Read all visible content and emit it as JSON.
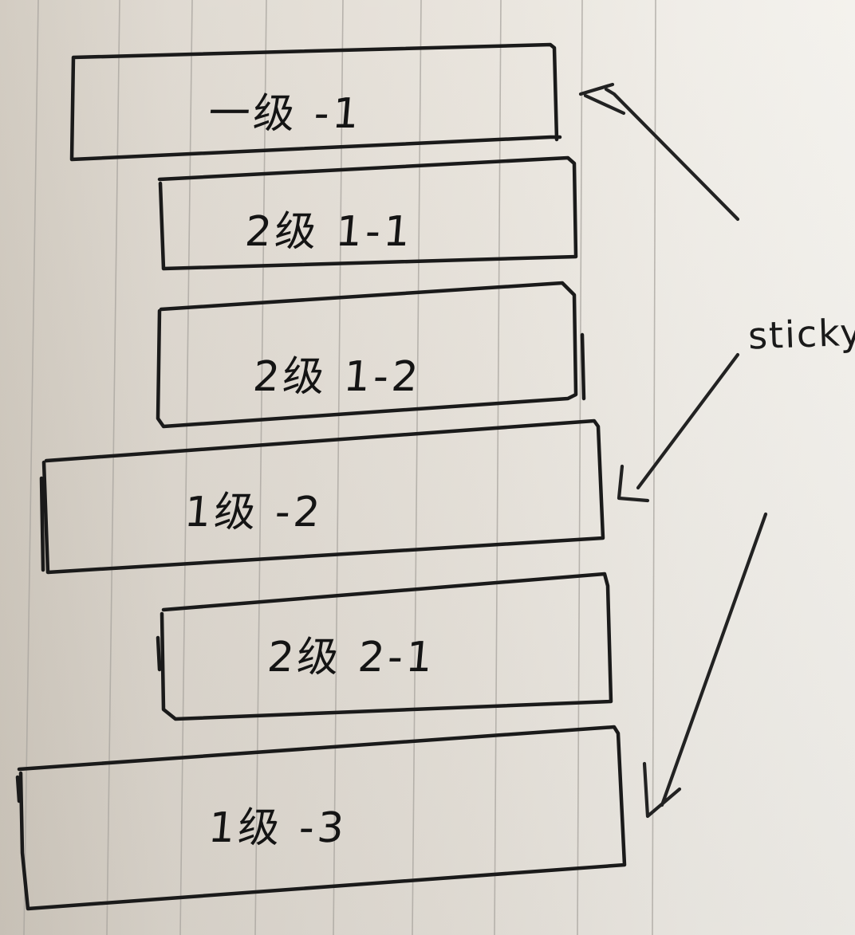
{
  "boxes": [
    {
      "label": "一级 -1"
    },
    {
      "label": "2级 1-1"
    },
    {
      "label": "2级 1-2"
    },
    {
      "label": "1级 -2"
    },
    {
      "label": "2级 2-1"
    },
    {
      "label": "1级 -3"
    }
  ],
  "annotation": {
    "label": "sticky"
  },
  "colors": {
    "ink": "#1a1a1a",
    "rule_line": "#a8a49e",
    "paper": "#ebe7e0"
  }
}
